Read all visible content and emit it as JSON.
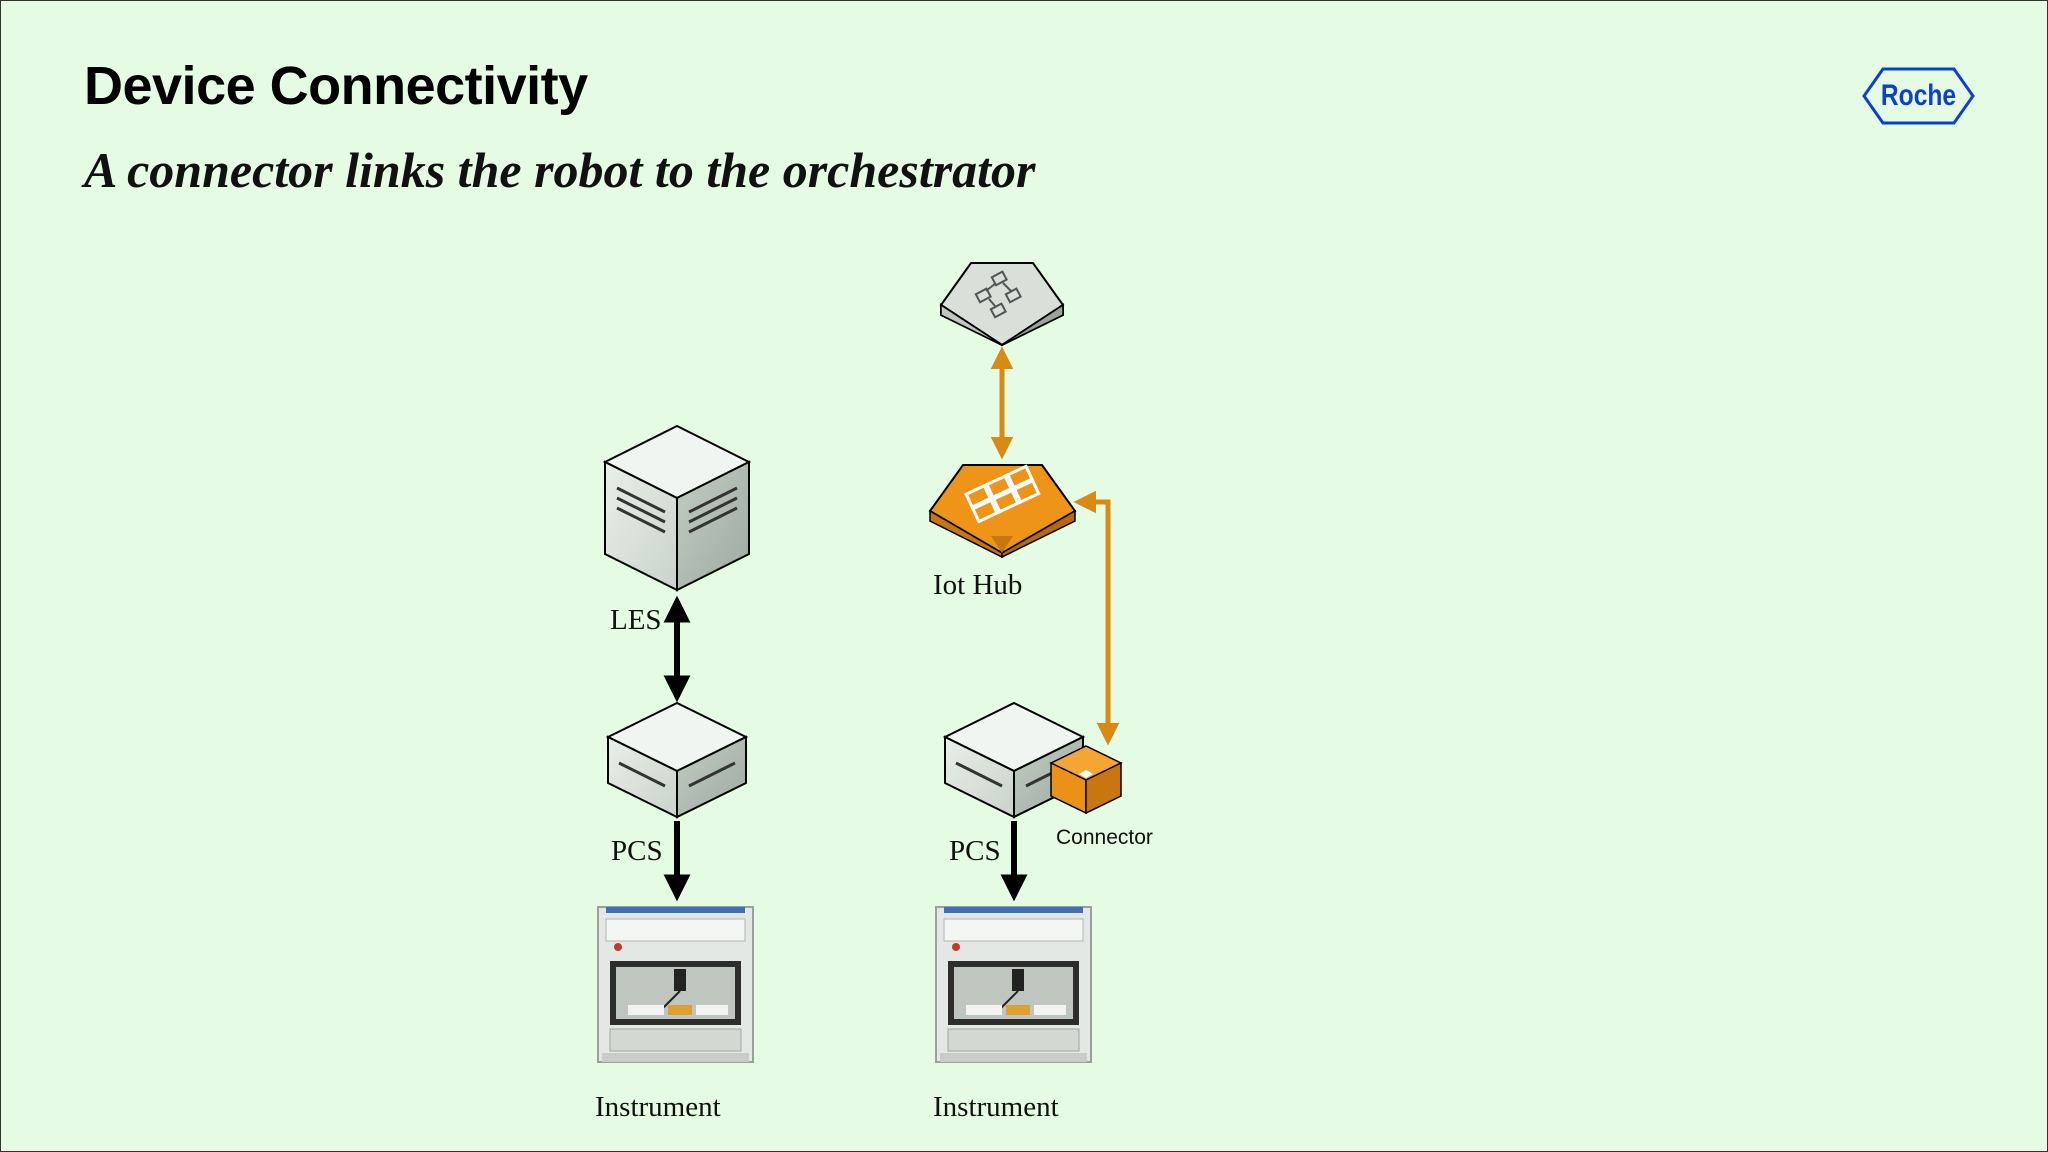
{
  "slide": {
    "title": "Device Connectivity",
    "subtitle": "A connector links the robot to the orchestrator",
    "logo": "Roche"
  },
  "diagram": {
    "left_stack": {
      "server_label": "LES",
      "pcs_label": "PCS",
      "instrument_label": "Instrument"
    },
    "right_stack": {
      "hub_label": "Iot Hub",
      "pcs_label": "PCS",
      "connector_label": "Connector",
      "instrument_label": "Instrument"
    }
  },
  "colors": {
    "background": "#e6fbe4",
    "accent_orange": "#d98a14",
    "arrow_black": "#000000",
    "roche_blue": "#0b41cd"
  },
  "icons": [
    "orchestrator-icon",
    "iot-hub-icon",
    "server-icon",
    "pcs-icon",
    "connector-icon",
    "instrument-image"
  ]
}
